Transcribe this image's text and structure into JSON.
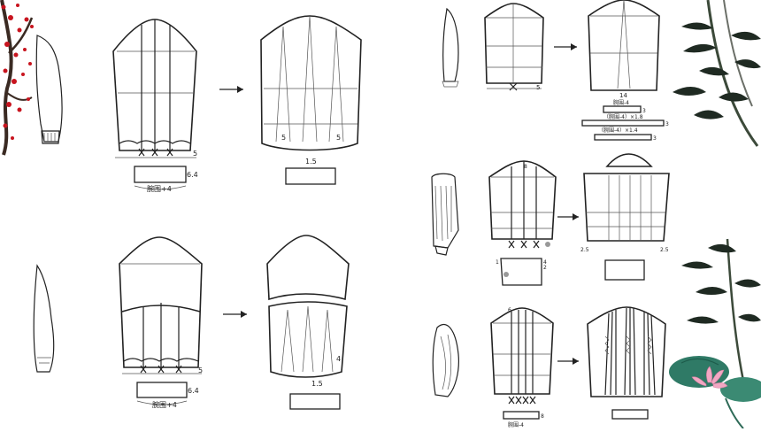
{
  "labels": {
    "wrist_plus_4": "腕围+4",
    "wrist_plus_4_a": "腕围+4",
    "wrist_plus_4_b": "腕围-4",
    "wrist_formula_1": "（腕围-4）×1.8",
    "wrist_formula_2": "（腕围-4）×1.4",
    "val_6_4": "6.4",
    "val_6_4_b": "6.4",
    "val_1_5": "1.5",
    "val_1_5_b": "1.5",
    "val_5": "5",
    "val_5_b": "5",
    "val_2_5": "2.5",
    "val_2_5_b": "2.5",
    "val_8": "8",
    "val_14": "14",
    "val_3": "3",
    "val_4": "4",
    "val_1": "1",
    "val_6": "6",
    "val_2": "2"
  },
  "icons": [
    "plum-blossom-icon",
    "bamboo-icon",
    "bamboo-lotus-icon",
    "arrow-right-icon"
  ],
  "colors": {
    "line": "#222222",
    "plum": "#c8141e",
    "lotus_leaf": "#2f7a66",
    "lotus_flower": "#f2a7c3"
  }
}
